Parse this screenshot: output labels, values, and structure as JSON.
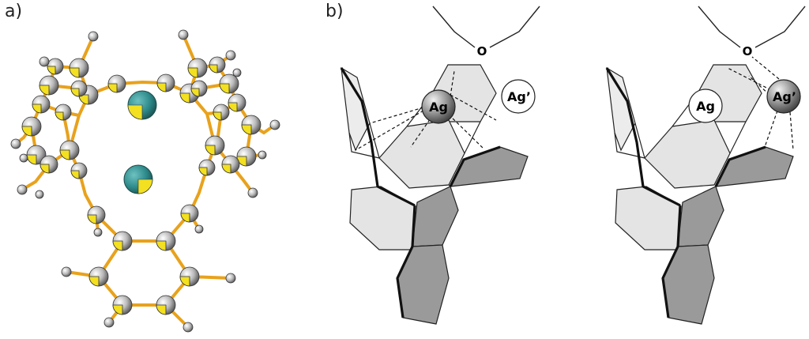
{
  "panel_labels": {
    "a": "a)",
    "b": "b)"
  },
  "atoms": {
    "silver": "Ag",
    "silver_prime": "Ag’",
    "oxygen": "O"
  },
  "colors": {
    "bond": "#e8a21c",
    "carbon_ellipsoid": "#dcdcdc",
    "ellipsoid_octant": "#f3e020",
    "silver_ellipsoid": "#2f8c8c",
    "ring_light": "#e4e4e4",
    "ring_dark": "#9a9a9a",
    "ag_sphere_dark": "#7a7a7a"
  }
}
